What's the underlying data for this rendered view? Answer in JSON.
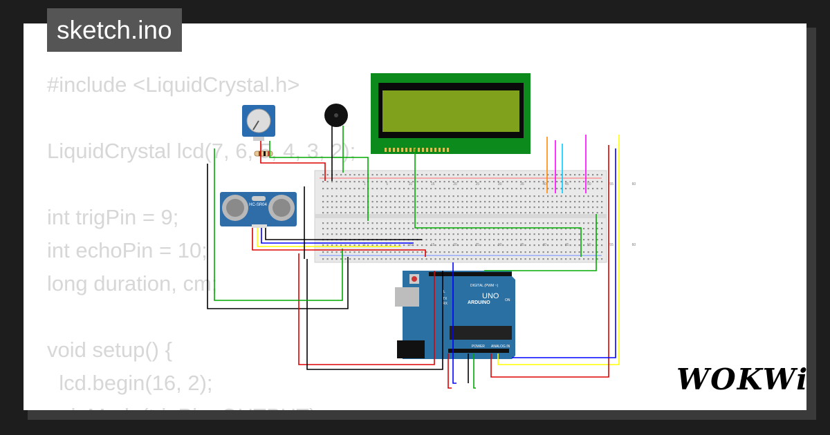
{
  "title": "sketch.ino",
  "code_lines": [
    "#include <LiquidCrystal.h>",
    "",
    "LiquidCrystal lcd(7, 6, 5, 4, 3, 2);",
    "",
    "int trigPin = 9;",
    "int echoPin = 10;",
    "long duration, cm;",
    "",
    "void setup() {",
    "  lcd.begin(16, 2);",
    "  pinMode(trigPin, OUTPUT);"
  ],
  "brand": "WOKWi",
  "components": {
    "sensor_label": "HC-SR04",
    "arduino_brand": "ARDUINO",
    "arduino_model": "UNO",
    "digital_label": "DIGITAL (PWM ~)",
    "power_label": "POWER",
    "analog_label": "ANALOG IN",
    "on_label": "ON",
    "tx_label": "TX",
    "rx_label": "RX",
    "l_label": "L"
  },
  "breadboard_numbers": [
    "1",
    "5",
    "10",
    "15",
    "20",
    "25",
    "30",
    "35",
    "40",
    "45",
    "50",
    "55",
    "60"
  ],
  "colors": {
    "background": "#1d1d1d",
    "code_text": "#d7d7d7",
    "lcd_board": "#0d8a1c",
    "lcd_screen": "#7fa11b",
    "arduino": "#2a70a3",
    "sensor": "#2f6da8"
  }
}
